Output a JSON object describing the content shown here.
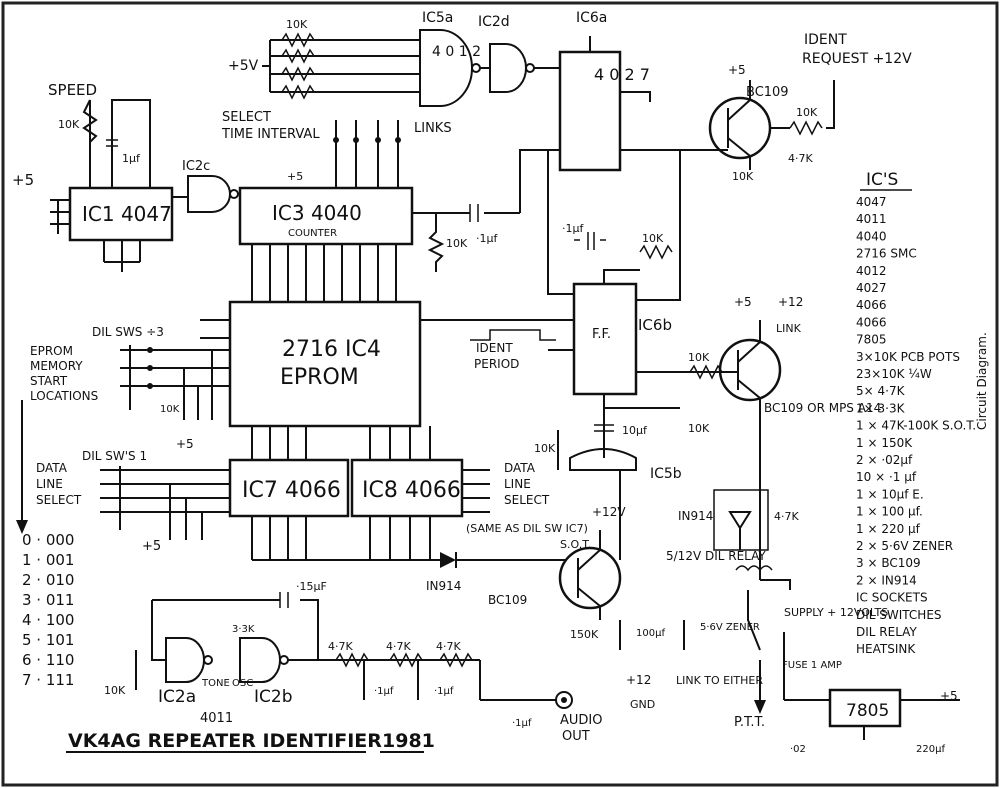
{
  "title": "VK4AG REPEATER IDENTIFIER",
  "year": "1981",
  "side_caption": "Circuit Diagram.",
  "labels": {
    "speed": "SPEED",
    "plus5": "+5",
    "plus5v": "+5V",
    "select_time": "SELECT",
    "time_interval": "TIME INTERVAL",
    "links": "LINKS",
    "counter": "COUNTER",
    "eprom_memory": "EPROM",
    "memory": "MEMORY",
    "start": "START",
    "locations": "LOCATIONS",
    "dil_sws3": "DIL SWS ÷3",
    "dil_sws1": "DIL SW'S 1",
    "data": "DATA",
    "line": "LINE",
    "select": "SELECT",
    "ident": "IDENT",
    "period": "PERIOD",
    "ident_request": "IDENT",
    "request": "REQUEST +12V",
    "link": "LINK",
    "relay": "5/12V DIL RELAY",
    "sot": "S.O.T.",
    "plus12v": "+12V",
    "zener": "5·6V ZENER",
    "tone": "TONE",
    "osc": "OSC",
    "audio_out": "AUDIO",
    "out": "OUT",
    "ptt": "P.T.T.",
    "link_to_either": "LINK TO EITHER",
    "gnd": "GND",
    "plus12": "+12",
    "supply": "SUPPLY + 12VOLTS",
    "fuse": "FUSE 1 AMP",
    "same_as": "(SAME AS DIL SW IC7)"
  },
  "ics": {
    "ic1": "IC1  4047",
    "ic3": "IC3  4040",
    "ic4a": "2716  IC4",
    "ic4b": "EPROM",
    "ic7": "IC7  4066",
    "ic8": "IC8   4066",
    "ic5a": "IC5a",
    "ic5a_num": "4 0 1 2",
    "ic2d": "IC2d",
    "ic6a": "IC6a",
    "ic6a_num": "4 0 2 7",
    "ic6b": "IC6b",
    "ff": "F.F.",
    "ic2c": "IC2c",
    "ic5b": "IC5b",
    "ic2a": "IC2a",
    "ic2b": "IC2b",
    "ic4011": "4011",
    "reg": "7805"
  },
  "transistors": [
    "BC109",
    "BC109 OR MPS A14",
    "BC109"
  ],
  "diodes": [
    "IN914",
    "IN914"
  ],
  "eprom_table": [
    "0 · 000",
    "1 · 001",
    "2 · 010",
    "3 · 011",
    "4 · 100",
    "5 · 101",
    "6 · 110",
    "7 · 111"
  ],
  "parts_list": {
    "heading": "IC'S",
    "items": [
      "4047",
      "4011",
      "4040",
      "2716 SMC",
      "4012",
      "4027",
      "4066",
      "4066",
      "7805",
      "3×10K PCB POTS",
      "23×10K ¼W",
      "5× 4·7K",
      "1× 3·3K",
      "1 × 47K-100K S.O.T.",
      "1 × 150K",
      "2 × ·02µf",
      "10 × ·1 µf",
      "1 × 10µf E.",
      "1 × 100 µf.",
      "1 × 220 µf",
      "2 × 5·6V ZENER",
      "3 × BC109",
      "2 × IN914",
      "IC SOCKETS",
      "DIL SWITCHES",
      "DIL RELAY",
      "HEATSINK"
    ]
  },
  "values": {
    "r10k": "10K",
    "r4k7": "4·7K",
    "r3k3": "3·3K",
    "r150k": "150K",
    "c1uf": "·1µf",
    "c1uf_b": "1µf",
    "c15": "·15µF",
    "c10": "10µf",
    "c100": "100µf",
    "c02": "·02",
    "c220": "220µf"
  }
}
